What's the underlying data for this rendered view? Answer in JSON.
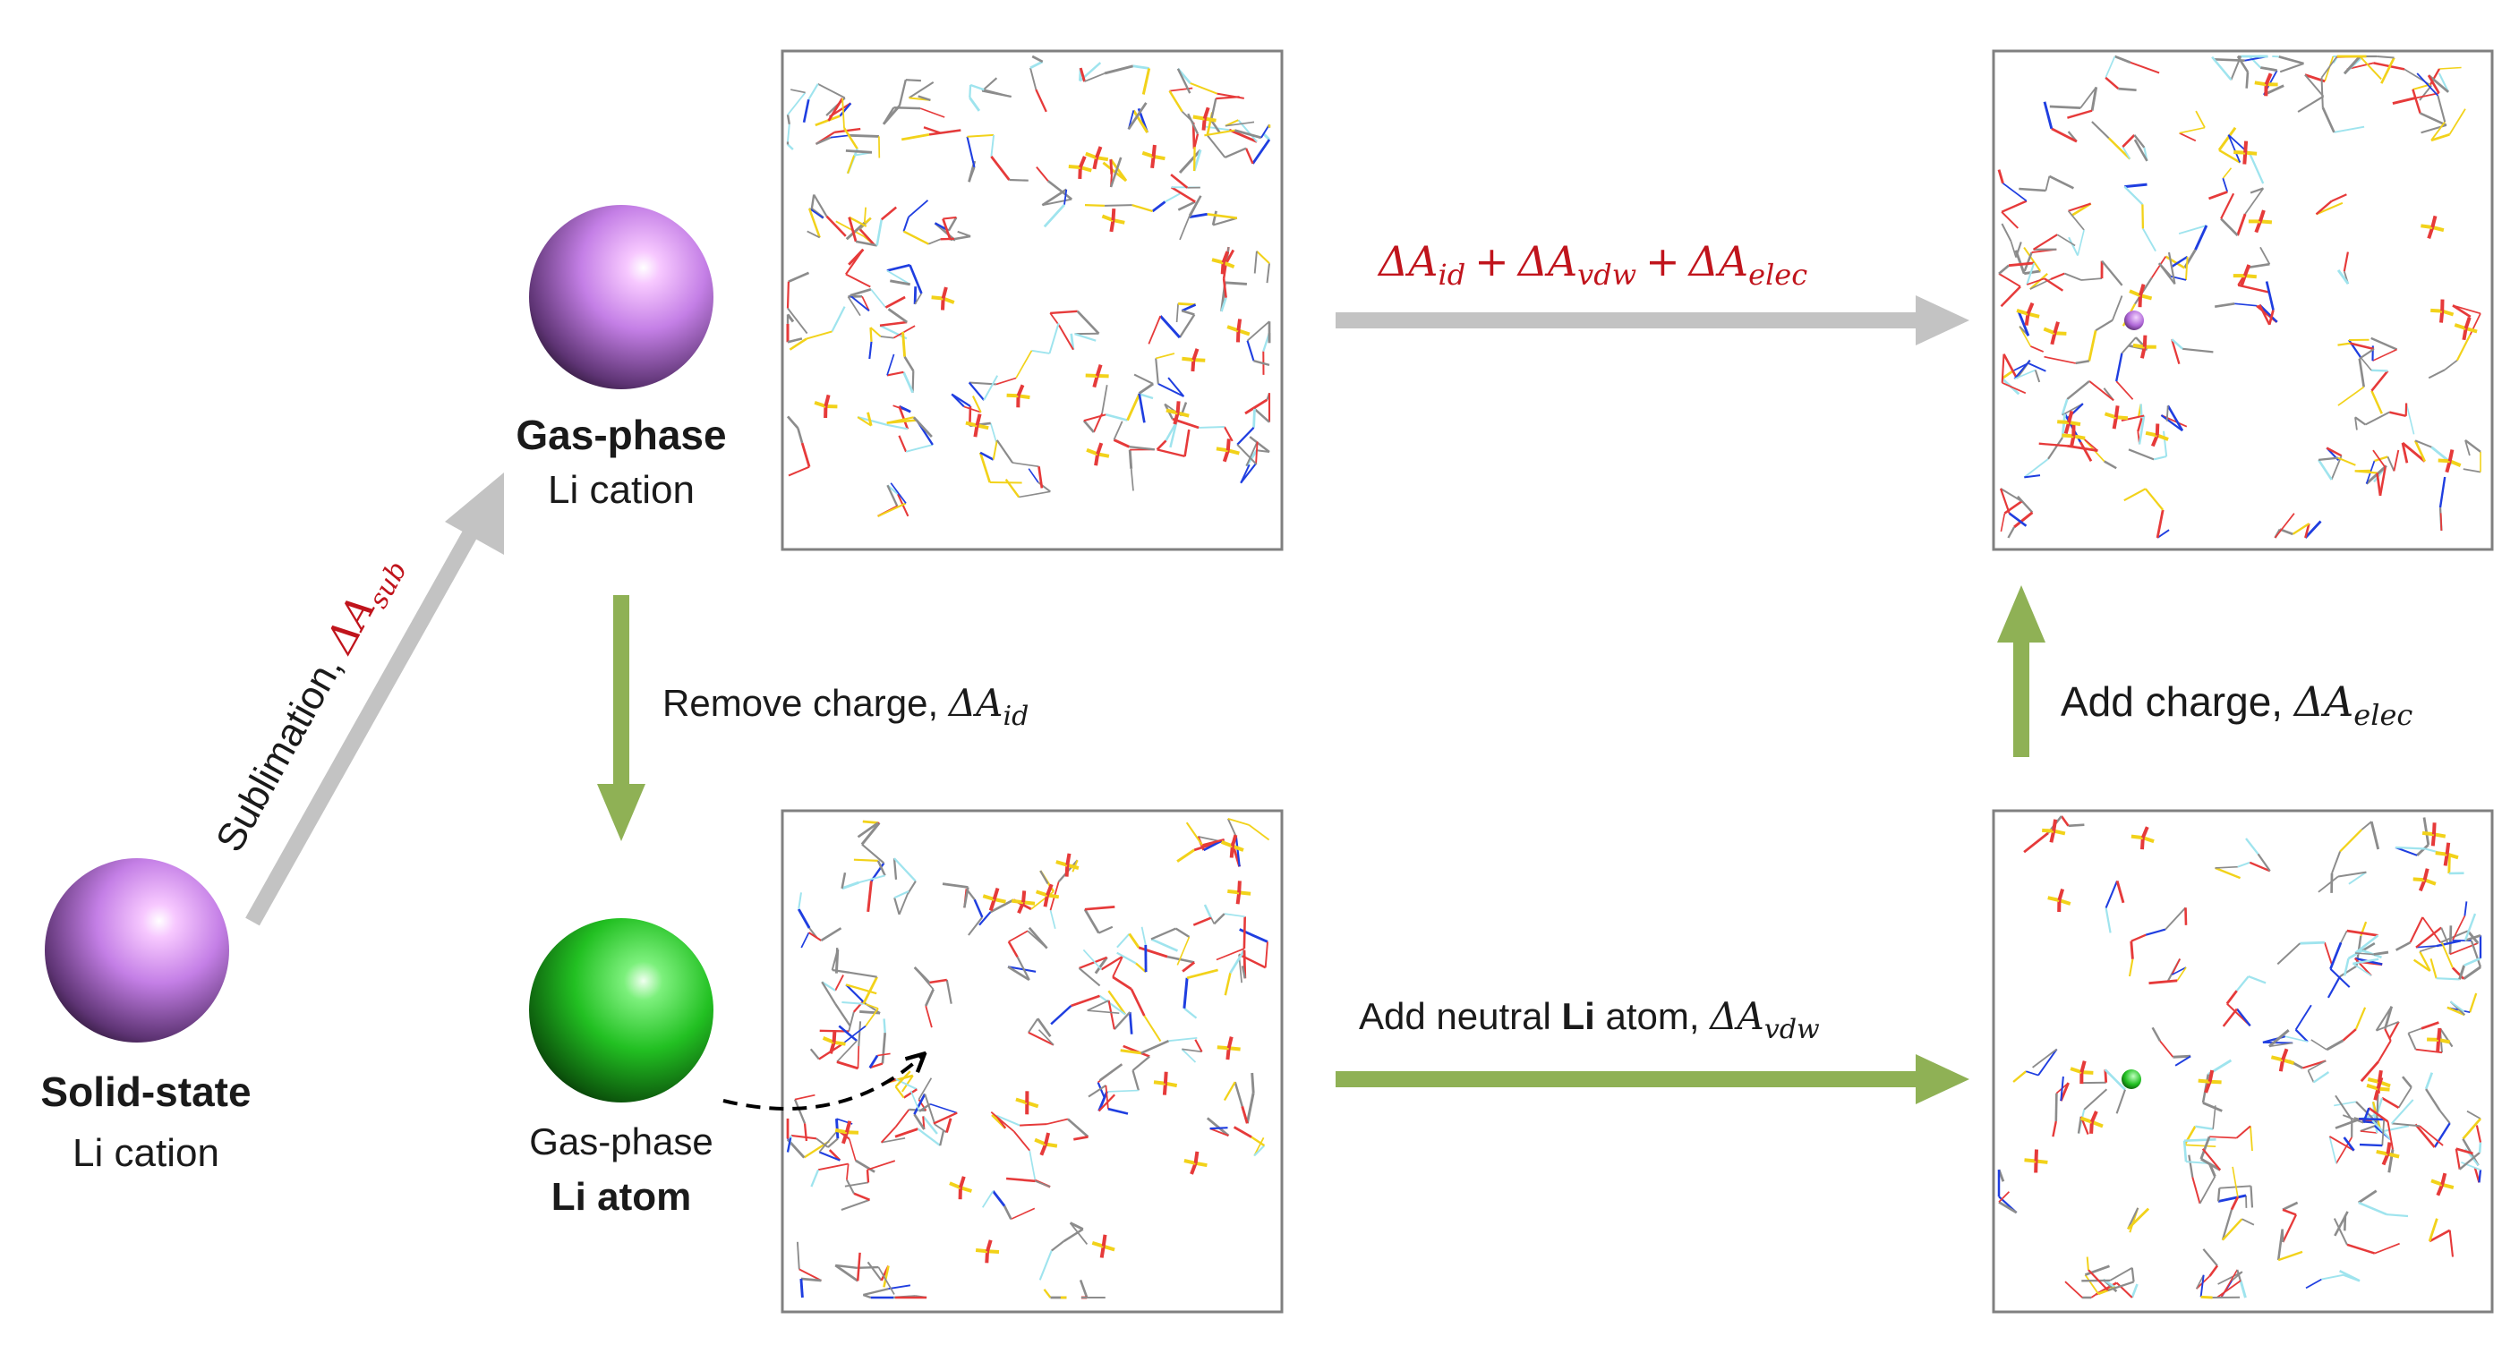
{
  "colors": {
    "li_cation": "#c47fe6",
    "li_atom": "#22c022",
    "grey_arrow": "#c3c3c3",
    "green_arrow": "#8fb155",
    "highlight_text": "#c0141c",
    "bond_red": "#e63a3a",
    "bond_grey": "#8c8c8c",
    "bond_yellow": "#f2d21a",
    "bond_cyan": "#9fe4ee",
    "bond_blue": "#1f3ee0",
    "frame": "#808080"
  },
  "labels": {
    "solid_state": {
      "line1": "Solid-state",
      "line2": "Li cation"
    },
    "gas_phase_cation": {
      "line1": "Gas-phase",
      "line2": "Li cation"
    },
    "gas_phase_atom": {
      "line1": "Gas-phase",
      "line2": "Li atom"
    }
  },
  "steps": {
    "sublimation": {
      "text": "Sublimation, ",
      "symbol": "ΔA",
      "subscript": "sub"
    },
    "remove_charge": {
      "text": "Remove charge, ",
      "symbol": "ΔA",
      "subscript": "id"
    },
    "add_neutral": {
      "text_before": "Add neutral ",
      "text_bold": "Li",
      "text_after": " atom, ",
      "symbol": "ΔA",
      "subscript": "vdw"
    },
    "add_charge": {
      "text": "Add charge, ",
      "symbol": "ΔA",
      "subscript": "elec"
    },
    "direct": {
      "term1_symbol": "ΔA",
      "term1_subscript": "id",
      "plus1": "+",
      "term2_symbol": "ΔA",
      "term2_subscript": "vdw",
      "plus2": "+",
      "term3_symbol": "ΔA",
      "term3_subscript": "elec"
    }
  },
  "icons": {
    "solvent_box": "molecular-solvent-box-icon",
    "li_cation": "purple-sphere-icon",
    "li_atom": "green-sphere-icon"
  }
}
